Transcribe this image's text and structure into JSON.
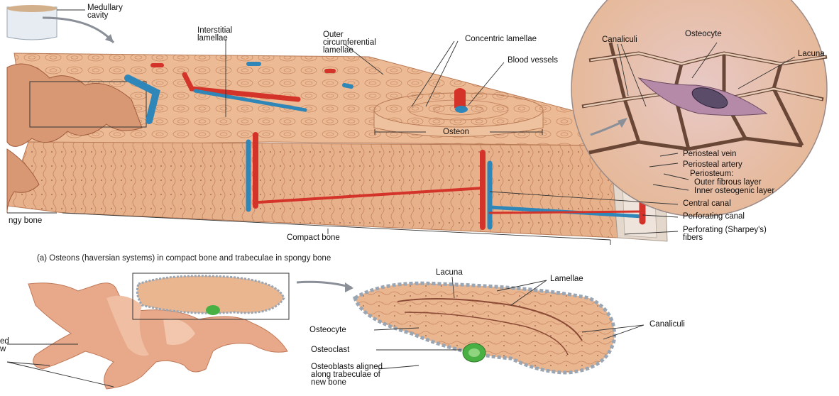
{
  "labels": {
    "medullary_cavity": "Medullary\ncavity",
    "interstitial_lamellae": "Interstitial\nlamellae",
    "outer_circumferential_lamellae": "Outer\ncircumferential\nlamellae",
    "concentric_lamellae": "Concentric lamellae",
    "blood_vessels": "Blood vessels",
    "canaliculi_top": "Canaliculi",
    "osteocyte_top": "Osteocyte",
    "lacuna_top": "Lacuna",
    "osteon": "Osteon",
    "periosteal_vein": "Periosteal vein",
    "periosteal_artery": "Periosteal artery",
    "periosteum": "Periosteum:",
    "outer_fibrous_layer": "Outer fibrous layer",
    "inner_osteogenic_layer": "Inner osteogenic layer",
    "central_canal": "Central canal",
    "perforating_canal": "Perforating canal",
    "perforating_fibers": "Perforating (Sharpey's)\nfibers",
    "spongy_bone": "ngy bone",
    "compact_bone": "Compact bone",
    "lacuna_bottom": "Lacuna",
    "lamellae": "Lamellae",
    "osteocyte_bottom": "Osteocyte",
    "canaliculi_bottom": "Canaliculi",
    "osteoclast": "Osteoclast",
    "osteoblasts": "Osteoblasts aligned\nalong trabeculae of\nnew bone",
    "left_cut": "ed\nw"
  },
  "caption": "(a) Osteons (haversian systems) in compact bone and trabeculae in spongy bone",
  "colors": {
    "bone": "#e9b48e",
    "bone_dark": "#c98a63",
    "bone_light": "#f4d2b4",
    "artery": "#d4332a",
    "vein": "#2f86b8",
    "lacuna_purple": "#a58aa4",
    "osteoclast_green": "#49b043",
    "trabecula": "#e8a98a"
  }
}
